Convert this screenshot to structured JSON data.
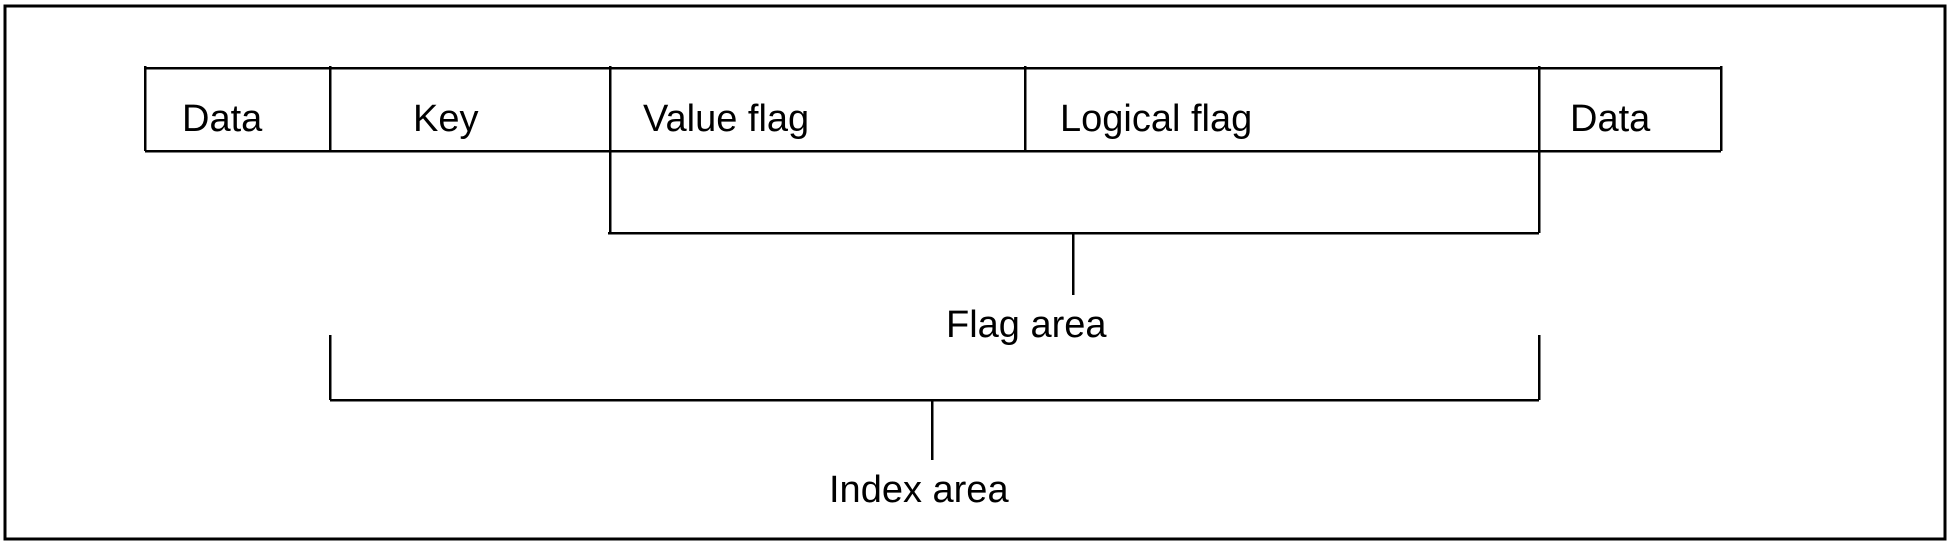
{
  "record_fields": [
    "Data",
    "Key",
    "Value flag",
    "Logical flag",
    "Data"
  ],
  "brackets": {
    "flag_area": "Flag area",
    "index_area": "Index area"
  }
}
